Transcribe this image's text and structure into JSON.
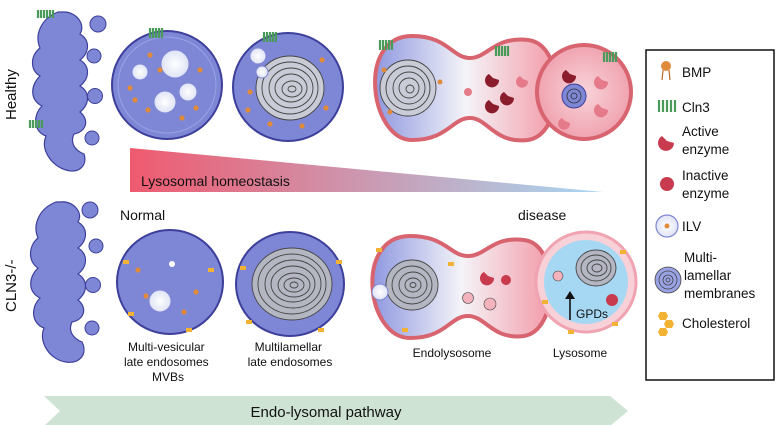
{
  "row_labels": {
    "healthy": "Healthy",
    "cln3": "CLN3-/-"
  },
  "gradient": {
    "label": "Lysosomal homeostasis",
    "left_tag": "Normal",
    "right_tag": "disease",
    "start_color": "#ef5a6f",
    "end_color": "#9fd3f0"
  },
  "captions": {
    "mvb": [
      "Multi-vesicular",
      "late endosomes",
      "MVBs"
    ],
    "mlle": [
      "Multilamellar",
      "late endosomes"
    ],
    "endolysosome": "Endolysosome",
    "lysosome": "Lysosome",
    "gpds": "GPDs"
  },
  "pathway": {
    "label": "Endo-lysomal pathway",
    "color": "#cfe3d4"
  },
  "legend": {
    "items": [
      {
        "icon": "bmp-icon",
        "lines": [
          "BMP"
        ]
      },
      {
        "icon": "cln3-icon",
        "lines": [
          "Cln3"
        ]
      },
      {
        "icon": "active-enzyme-icon",
        "lines": [
          "Active",
          "enzyme"
        ]
      },
      {
        "icon": "inactive-enzyme-icon",
        "lines": [
          "Inactive",
          "enzyme"
        ]
      },
      {
        "icon": "ilv-icon",
        "lines": [
          "ILV"
        ]
      },
      {
        "icon": "multilamellar-membranes-icon",
        "lines": [
          "Multi-",
          "lamellar",
          "membranes"
        ]
      },
      {
        "icon": "cholesterol-icon",
        "lines": [
          "Cholesterol"
        ]
      }
    ]
  },
  "colors": {
    "cell_fill": "#7e87d6",
    "cell_stroke": "#3d3f9a",
    "lysosome_fill": "#f3b3bd",
    "lysosome_stroke": "#d7646f",
    "bmp": "#e08a3c",
    "cln3": "#4a9a5a",
    "enzyme_active": "#c83a4d",
    "enzyme_inactive": "#c83a4d",
    "cholesterol": "#f2b233"
  }
}
